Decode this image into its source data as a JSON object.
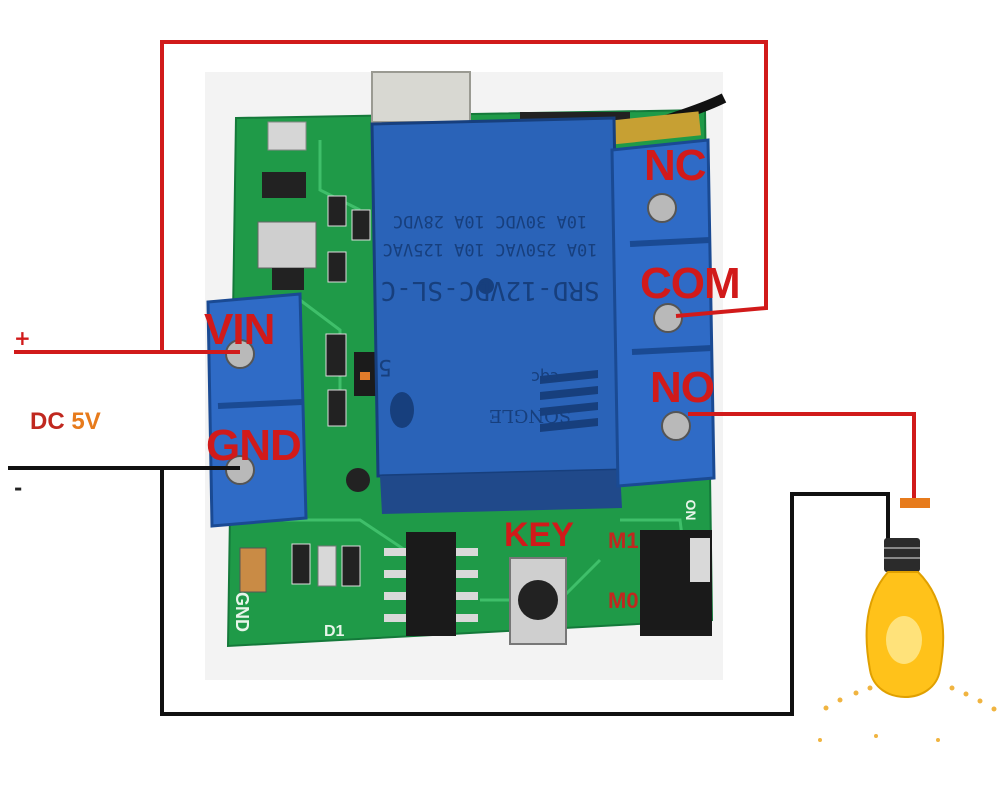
{
  "labels": {
    "vin": "VIN",
    "gnd": "GND",
    "nc": "NC",
    "com": "COM",
    "no": "NO",
    "key": "KEY",
    "m1": "M1",
    "m0": "M0",
    "plus": "+",
    "minus": "-",
    "dc": "DC",
    "voltage": "5V"
  },
  "relay": {
    "model": "SRD-12VDC-SL-C",
    "rating_1": "10A 250VAC  10A 125VAC",
    "rating_2": "10A 30VDC  10A 28VDC",
    "brand": "SONGLE",
    "cert": "cqc",
    "number": "5"
  },
  "board_silk": {
    "gnd": "GND",
    "d1": "D1",
    "on": "ON"
  },
  "colors": {
    "positive_wire": "#d11a1a",
    "negative_wire": "#111111",
    "pcb": "#1f9a48",
    "relay": "#2a63b8",
    "terminal": "#2f6bc6",
    "bulb": "#ffc21a"
  }
}
